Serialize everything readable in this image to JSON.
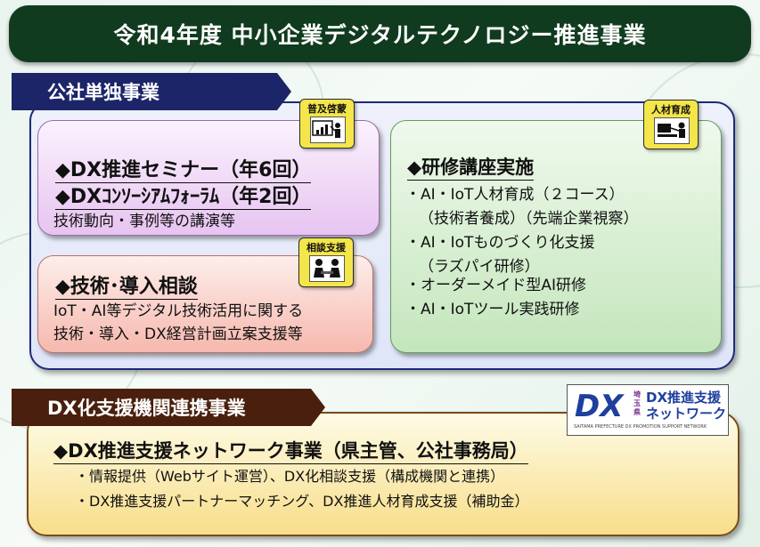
{
  "title": "令和4年度 中小企業デジタルテクノロジー推進事業",
  "section1": {
    "tab": "公社単独事業",
    "seminar": {
      "heading1": "◆DX推進セミナー（年6回）",
      "heading2": "◆DXｺﾝｿｰｼｱﾑﾌｫｰﾗﾑ（年2回）",
      "desc": "技術動向・事例等の講演等",
      "badge": "普及啓蒙",
      "badge_icon": "presentation-icon"
    },
    "consult": {
      "heading": "◆技術･導入相談",
      "line1": "IoT・AI等デジタル技術活用に関する",
      "line2": "技術・導入・DX経営計画立案支援等",
      "badge": "相談支援",
      "badge_icon": "consultation-icon"
    },
    "training": {
      "heading": "◆研修講座実施",
      "items": [
        "・AI・IoT人材育成（２コース）",
        "（技術者養成）（先端企業視察）",
        "・AI・IoTものづくり化支援",
        "（ラズパイ研修）",
        "・オーダーメイド型AI研修",
        "・AI・IoTツール実践研修"
      ],
      "badge": "人材育成",
      "badge_icon": "training-icon"
    }
  },
  "section2": {
    "tab": "DX化支援機関連携事業",
    "heading": "◆DX推進支援ネットワーク事業（県主管、公社事務局）",
    "items": [
      "・情報提供（Webサイト運営）、DX化相談支援（構成機関と連携）",
      "・DX推進支援パートナーマッチング、DX推進人材育成支援（補助金）"
    ],
    "logo": {
      "mark": "DX",
      "side": "埼玉県",
      "text1": "DX推進支援",
      "text2": "ネットワーク",
      "sub": "SAITAMA PREFECTURE DX PROMOTION SUPPORT NETWORK"
    }
  },
  "colors": {
    "title_bg": "#103b1f",
    "tab1_bg": "#1b2568",
    "tab2_bg": "#4a1f0d",
    "badge_bg": "#f4e64a",
    "logo_blue": "#1e3f9e",
    "logo_purple": "#7a2e8e"
  }
}
